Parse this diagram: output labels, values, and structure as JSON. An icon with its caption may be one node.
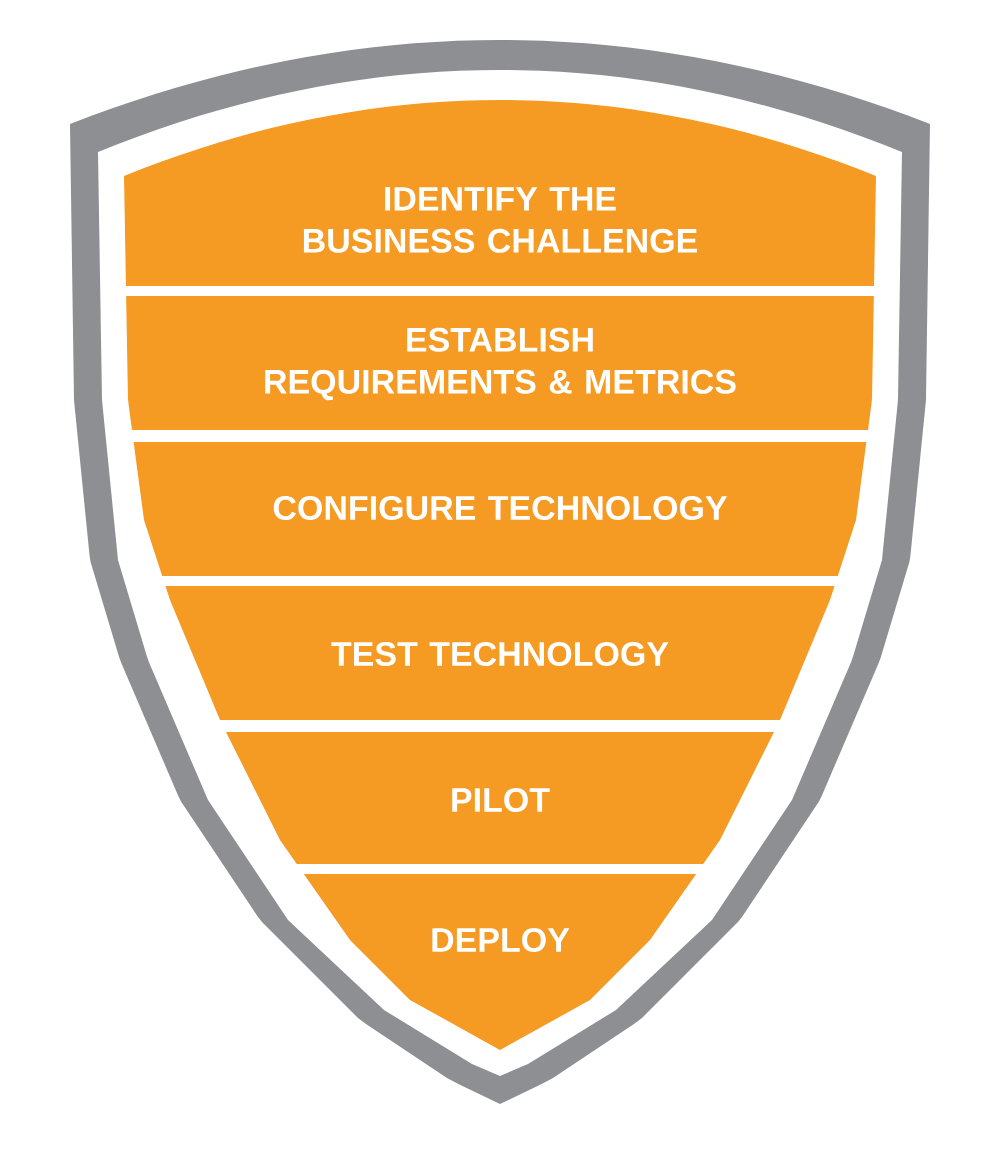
{
  "diagram": {
    "nodes": [
      {
        "text": [
          "IDENTIFY THE BUSINESS CHALLENGE"
        ]
      },
      {
        "text": [
          "ESTABLISH REQUIREMENTS & METRICS"
        ]
      },
      {
        "text": [
          "CONFIGURE TECHNOLOGY"
        ]
      },
      {
        "text": [
          "TEST TECHNOLOGY"
        ]
      },
      {
        "text": [
          "PILOT"
        ]
      },
      {
        "text": [
          "DEPLOY"
        ]
      }
    ]
  }
}
